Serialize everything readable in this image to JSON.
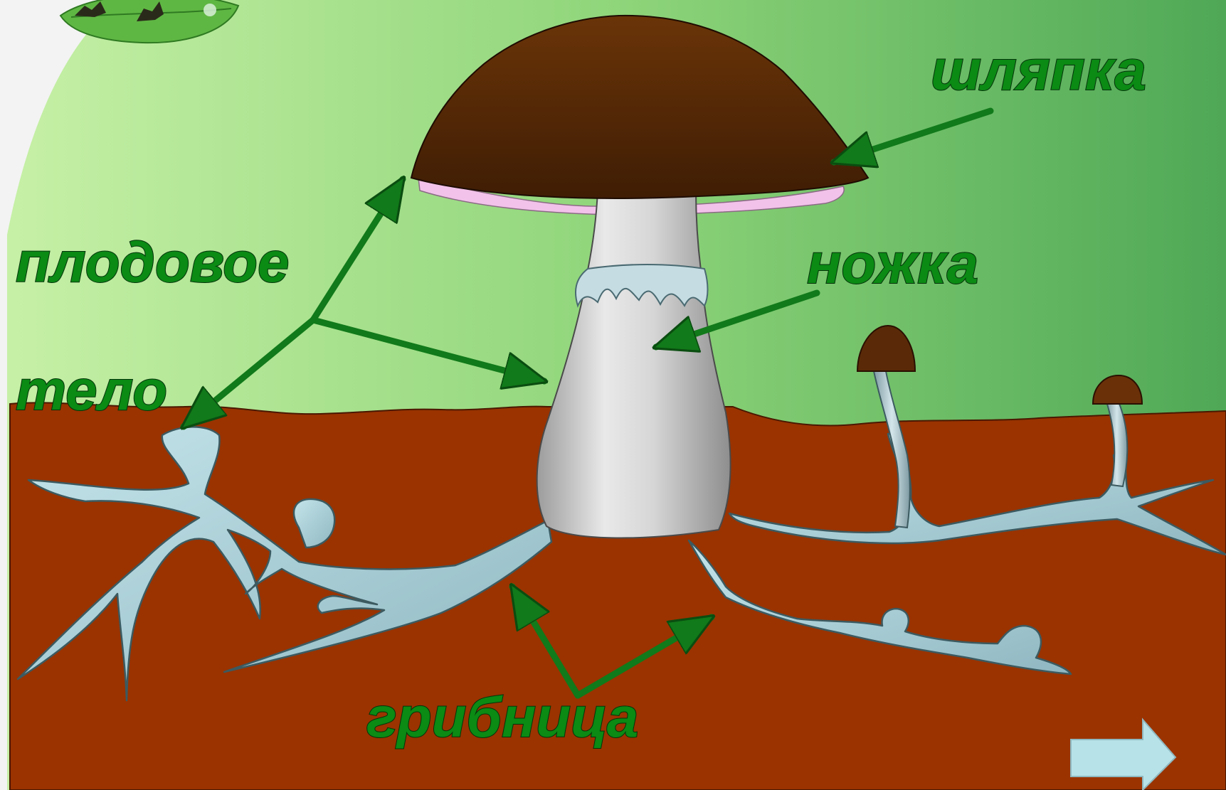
{
  "labels": {
    "cap": "шляпка",
    "stem": "ножка",
    "fruit_body_line1": "плодовое",
    "fruit_body_line2": "тело",
    "mycelium": "грибница"
  },
  "navigation": {
    "next_icon": "arrow-right-icon"
  },
  "colors": {
    "soil": "#9a3300",
    "cap": "#4a2206",
    "stem": "#d8d8d8",
    "mycelium": "#a9cfd6",
    "label_green": "#0b8a14",
    "arrow_green": "#117a1a",
    "background_green": "#8ed47a",
    "next_button": "#b7e2e8"
  }
}
